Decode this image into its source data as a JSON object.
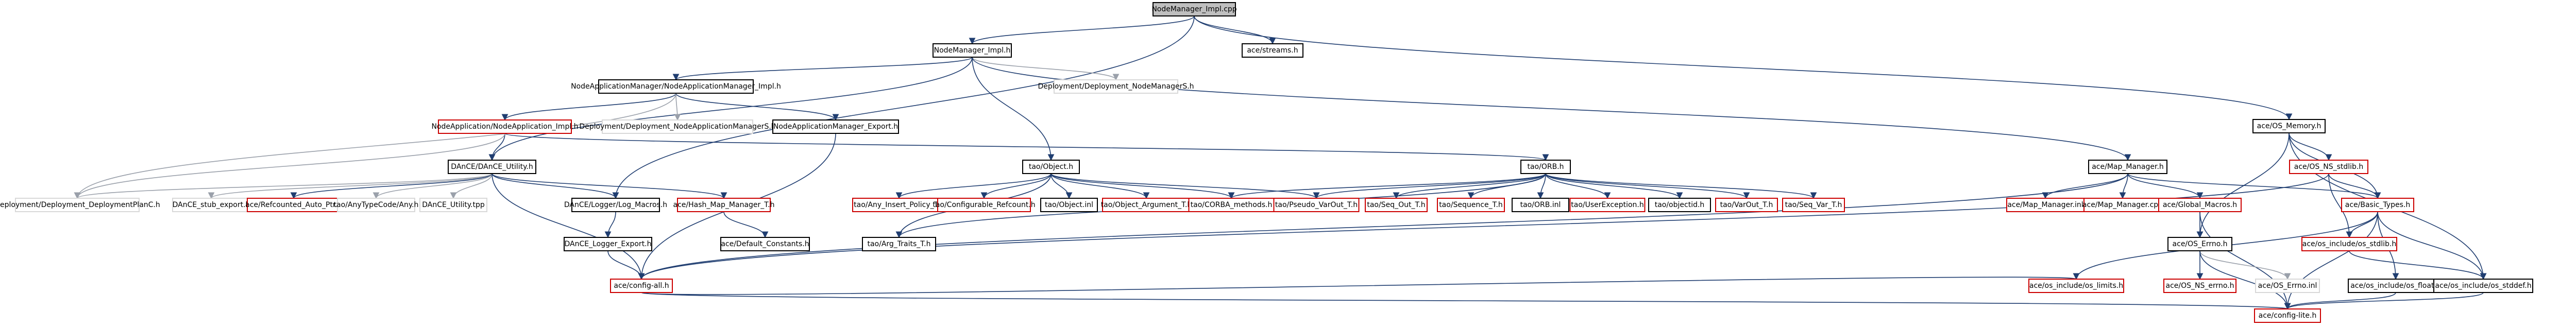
{
  "colors": {
    "background": "#ffffff",
    "node_border_default": "#000000",
    "node_border_missing": "#cc0000",
    "root_fill": "#bfbfbf",
    "node_text": "#000000",
    "edge_dark": "#1f3d70",
    "edge_dark_alt": "#2e4b87",
    "edge_gray": "#9aa0aa",
    "edge_green": "#2f8f3a",
    "edge_orange": "#d98a28",
    "edge_purple": "#8e44ad",
    "edge_red": "#b03a2e"
  },
  "icon_names": [
    "dependency-arrow-icon"
  ],
  "graph": {
    "nodes": [
      {
        "id": "root",
        "label": "NodeManager_Impl.cpp",
        "style": "root"
      },
      {
        "id": "nm_impl_h",
        "label": "NodeManager_Impl.h",
        "style": "boxed"
      },
      {
        "id": "ace_streams",
        "label": "ace/streams.h",
        "style": "boxed"
      },
      {
        "id": "nam_impl_h",
        "label": "NodeApplicationManager/NodeApplicationManager_Impl.h",
        "style": "boxed"
      },
      {
        "id": "dep_nm_s",
        "label": "Deployment/Deployment_NodeManagerS.h",
        "style": "plain"
      },
      {
        "id": "ace_os_memory",
        "label": "ace/OS_Memory.h",
        "style": "boxed"
      },
      {
        "id": "na_impl_h",
        "label": "NodeApplication/NodeApplication_Impl.h",
        "style": "missing"
      },
      {
        "id": "dep_namS",
        "label": "Deployment/Deployment_NodeApplicationManagerS.h",
        "style": "plain"
      },
      {
        "id": "nam_export",
        "label": "NodeApplicationManager_Export.h",
        "style": "boxed"
      },
      {
        "id": "daance_utility",
        "label": "DAnCE/DAnCE_Utility.h",
        "style": "boxed"
      },
      {
        "id": "tao_object",
        "label": "tao/Object.h",
        "style": "boxed"
      },
      {
        "id": "tao_orb",
        "label": "tao/ORB.h",
        "style": "boxed"
      },
      {
        "id": "ace_map_manager",
        "label": "ace/Map_Manager.h",
        "style": "boxed"
      },
      {
        "id": "ace_os_ns_stdlib",
        "label": "ace/OS_NS_stdlib.h",
        "style": "missing"
      },
      {
        "id": "dep_planC",
        "label": "Deployment/Deployment_DeploymentPlanC.h",
        "style": "plain"
      },
      {
        "id": "dance_stub_export",
        "label": "DAnCE_stub_export.h",
        "style": "plain"
      },
      {
        "id": "ace_refcounted_auto_ptr",
        "label": "ace/Refcounted_Auto_Ptr.h",
        "style": "missing"
      },
      {
        "id": "tao_anytypecode_any",
        "label": "tao/AnyTypeCode/Any.h",
        "style": "plain"
      },
      {
        "id": "dance_utility_tpp",
        "label": "DAnCE_Utility.tpp",
        "style": "plain"
      },
      {
        "id": "dance_logger_log_macros",
        "label": "DAnCE/Logger/Log_Macros.h",
        "style": "boxed"
      },
      {
        "id": "ace_hash_map_manager_t",
        "label": "ace/Hash_Map_Manager_T.h",
        "style": "missing"
      },
      {
        "id": "tao_any_insert_policy_t",
        "label": "tao/Any_Insert_Policy_T.h",
        "style": "missing"
      },
      {
        "id": "tao_configurable_refcount",
        "label": "tao/Configurable_Refcount.h",
        "style": "missing"
      },
      {
        "id": "tao_object_inl",
        "label": "tao/Object.inl",
        "style": "boxed"
      },
      {
        "id": "tao_object_argument_t",
        "label": "tao/Object_Argument_T.h",
        "style": "missing"
      },
      {
        "id": "tao_corba_methods",
        "label": "tao/CORBA_methods.h",
        "style": "missing"
      },
      {
        "id": "tao_pseudo_varout_t",
        "label": "tao/Pseudo_VarOut_T.h",
        "style": "missing"
      },
      {
        "id": "tao_seq_out_t",
        "label": "tao/Seq_Out_T.h",
        "style": "missing"
      },
      {
        "id": "tao_sequence_t",
        "label": "tao/Sequence_T.h",
        "style": "missing"
      },
      {
        "id": "tao_orb_inl",
        "label": "tao/ORB.inl",
        "style": "boxed"
      },
      {
        "id": "tao_userexception",
        "label": "tao/UserException.h",
        "style": "missing"
      },
      {
        "id": "tao_objectid",
        "label": "tao/objectid.h",
        "style": "boxed"
      },
      {
        "id": "tao_varout_t",
        "label": "tao/VarOut_T.h",
        "style": "missing"
      },
      {
        "id": "tao_seq_var_t",
        "label": "tao/Seq_Var_T.h",
        "style": "missing"
      },
      {
        "id": "ace_map_manager_inl",
        "label": "ace/Map_Manager.inl",
        "style": "missing"
      },
      {
        "id": "ace_map_manager_cpp",
        "label": "ace/Map_Manager.cpp",
        "style": "missing"
      },
      {
        "id": "ace_global_macros",
        "label": "ace/Global_Macros.h",
        "style": "missing"
      },
      {
        "id": "ace_basic_types",
        "label": "ace/Basic_Types.h",
        "style": "missing"
      },
      {
        "id": "dance_logger_export",
        "label": "DAnCE_Logger_Export.h",
        "style": "boxed"
      },
      {
        "id": "ace_default_constants",
        "label": "ace/Default_Constants.h",
        "style": "boxed"
      },
      {
        "id": "tao_arg_traits_t",
        "label": "tao/Arg_Traits_T.h",
        "style": "boxed"
      },
      {
        "id": "ace_os_errno",
        "label": "ace/OS_Errno.h",
        "style": "boxed"
      },
      {
        "id": "ace_os_include_os_stdlib",
        "label": "ace/os_include/os_stdlib.h",
        "style": "missing"
      },
      {
        "id": "ace_config_all",
        "label": "ace/config-all.h",
        "style": "missing"
      },
      {
        "id": "ace_os_include_os_limits",
        "label": "ace/os_include/os_limits.h",
        "style": "missing"
      },
      {
        "id": "ace_os_ns_errno",
        "label": "ace/OS_NS_errno.h",
        "style": "missing"
      },
      {
        "id": "ace_os_errno_inl",
        "label": "ace/OS_Errno.inl",
        "style": "plain"
      },
      {
        "id": "ace_os_include_os_float",
        "label": "ace/os_include/os_float.h",
        "style": "boxed"
      },
      {
        "id": "ace_os_include_os_stddef",
        "label": "ace/os_include/os_stddef.h",
        "style": "boxed"
      },
      {
        "id": "ace_config_lite",
        "label": "ace/config-lite.h",
        "style": "missing"
      }
    ],
    "edges": [
      [
        "root",
        "nm_impl_h",
        "dark"
      ],
      [
        "root",
        "ace_streams",
        "dark"
      ],
      [
        "root",
        "ace_os_memory",
        "dark"
      ],
      [
        "root",
        "dance_logger_log_macros",
        "dark"
      ],
      [
        "nm_impl_h",
        "nam_impl_h",
        "dark"
      ],
      [
        "nm_impl_h",
        "dep_nm_s",
        "gray"
      ],
      [
        "nm_impl_h",
        "tao_object",
        "dark"
      ],
      [
        "nm_impl_h",
        "ace_map_manager",
        "dark"
      ],
      [
        "nm_impl_h",
        "daance_utility",
        "dark"
      ],
      [
        "nam_impl_h",
        "na_impl_h",
        "dark"
      ],
      [
        "nam_impl_h",
        "dep_namS",
        "gray"
      ],
      [
        "nam_impl_h",
        "nam_export",
        "dark"
      ],
      [
        "nam_impl_h",
        "dep_planC",
        "gray"
      ],
      [
        "na_impl_h",
        "daance_utility",
        "dark"
      ],
      [
        "na_impl_h",
        "tao_orb",
        "dark"
      ],
      [
        "na_impl_h",
        "dep_planC",
        "gray"
      ],
      [
        "nam_export",
        "ace_config_all",
        "dark"
      ],
      [
        "daance_utility",
        "dep_planC",
        "gray"
      ],
      [
        "daance_utility",
        "dance_stub_export",
        "gray"
      ],
      [
        "daance_utility",
        "ace_refcounted_auto_ptr",
        "dark"
      ],
      [
        "daance_utility",
        "tao_anytypecode_any",
        "gray"
      ],
      [
        "daance_utility",
        "dance_utility_tpp",
        "gray"
      ],
      [
        "daance_utility",
        "dance_logger_log_macros",
        "dark"
      ],
      [
        "daance_utility",
        "ace_hash_map_manager_t",
        "dark"
      ],
      [
        "daance_utility",
        "ace_config_all",
        "dark"
      ],
      [
        "dance_logger_log_macros",
        "dance_logger_export",
        "dark"
      ],
      [
        "dance_logger_export",
        "ace_config_all",
        "dark"
      ],
      [
        "ace_hash_map_manager_t",
        "ace_default_constants",
        "dark"
      ],
      [
        "tao_object",
        "tao_any_insert_policy_t",
        "dark"
      ],
      [
        "tao_object",
        "tao_configurable_refcount",
        "dark"
      ],
      [
        "tao_object",
        "tao_object_inl",
        "dark"
      ],
      [
        "tao_object",
        "tao_object_argument_t",
        "dark"
      ],
      [
        "tao_object",
        "tao_corba_methods",
        "dark"
      ],
      [
        "tao_object",
        "tao_pseudo_varout_t",
        "dark"
      ],
      [
        "tao_object",
        "tao_arg_traits_t",
        "dark"
      ],
      [
        "tao_orb",
        "tao_corba_methods",
        "dark"
      ],
      [
        "tao_orb",
        "tao_pseudo_varout_t",
        "dark"
      ],
      [
        "tao_orb",
        "tao_seq_out_t",
        "dark"
      ],
      [
        "tao_orb",
        "tao_sequence_t",
        "dark"
      ],
      [
        "tao_orb",
        "tao_orb_inl",
        "dark"
      ],
      [
        "tao_orb",
        "tao_userexception",
        "dark"
      ],
      [
        "tao_orb",
        "tao_objectid",
        "dark"
      ],
      [
        "tao_orb",
        "tao_varout_t",
        "dark"
      ],
      [
        "tao_orb",
        "tao_seq_var_t",
        "dark"
      ],
      [
        "tao_orb",
        "tao_arg_traits_t",
        "dark"
      ],
      [
        "ace_map_manager",
        "ace_map_manager_inl",
        "dark"
      ],
      [
        "ace_map_manager",
        "ace_map_manager_cpp",
        "dark"
      ],
      [
        "ace_map_manager",
        "ace_global_macros",
        "dark"
      ],
      [
        "ace_map_manager",
        "ace_basic_types",
        "dark"
      ],
      [
        "ace_map_manager",
        "ace_config_all",
        "dark"
      ],
      [
        "ace_os_memory",
        "ace_os_ns_stdlib",
        "dark"
      ],
      [
        "ace_os_memory",
        "ace_basic_types",
        "dark"
      ],
      [
        "ace_os_memory",
        "ace_os_errno",
        "dark"
      ],
      [
        "ace_os_memory",
        "ace_os_include_os_stddef",
        "dark"
      ],
      [
        "ace_os_ns_stdlib",
        "ace_basic_types",
        "dark"
      ],
      [
        "ace_os_ns_stdlib",
        "ace_os_include_os_stdlib",
        "dark"
      ],
      [
        "ace_os_ns_stdlib",
        "ace_config_all",
        "dark"
      ],
      [
        "ace_global_macros",
        "ace_os_errno",
        "dark"
      ],
      [
        "ace_global_macros",
        "ace_config_lite",
        "dark"
      ],
      [
        "ace_basic_types",
        "ace_os_include_os_limits",
        "dark"
      ],
      [
        "ace_basic_types",
        "ace_os_include_os_stdlib",
        "dark"
      ],
      [
        "ace_basic_types",
        "ace_os_include_os_float",
        "dark"
      ],
      [
        "ace_basic_types",
        "ace_os_include_os_stddef",
        "dark"
      ],
      [
        "ace_basic_types",
        "ace_config_lite",
        "dark"
      ],
      [
        "ace_os_errno",
        "ace_os_ns_errno",
        "dark"
      ],
      [
        "ace_os_errno",
        "ace_os_errno_inl",
        "gray"
      ],
      [
        "ace_os_errno",
        "ace_config_lite",
        "dark"
      ],
      [
        "ace_os_include_os_stdlib",
        "ace_os_include_os_stddef",
        "dark"
      ],
      [
        "ace_config_all",
        "ace_config_lite",
        "dark"
      ],
      [
        "ace_config_all",
        "ace_os_include_os_limits",
        "dark"
      ],
      [
        "ace_os_include_os_float",
        "ace_config_lite",
        "dark"
      ],
      [
        "ace_os_include_os_stddef",
        "ace_config_lite",
        "dark"
      ]
    ]
  }
}
